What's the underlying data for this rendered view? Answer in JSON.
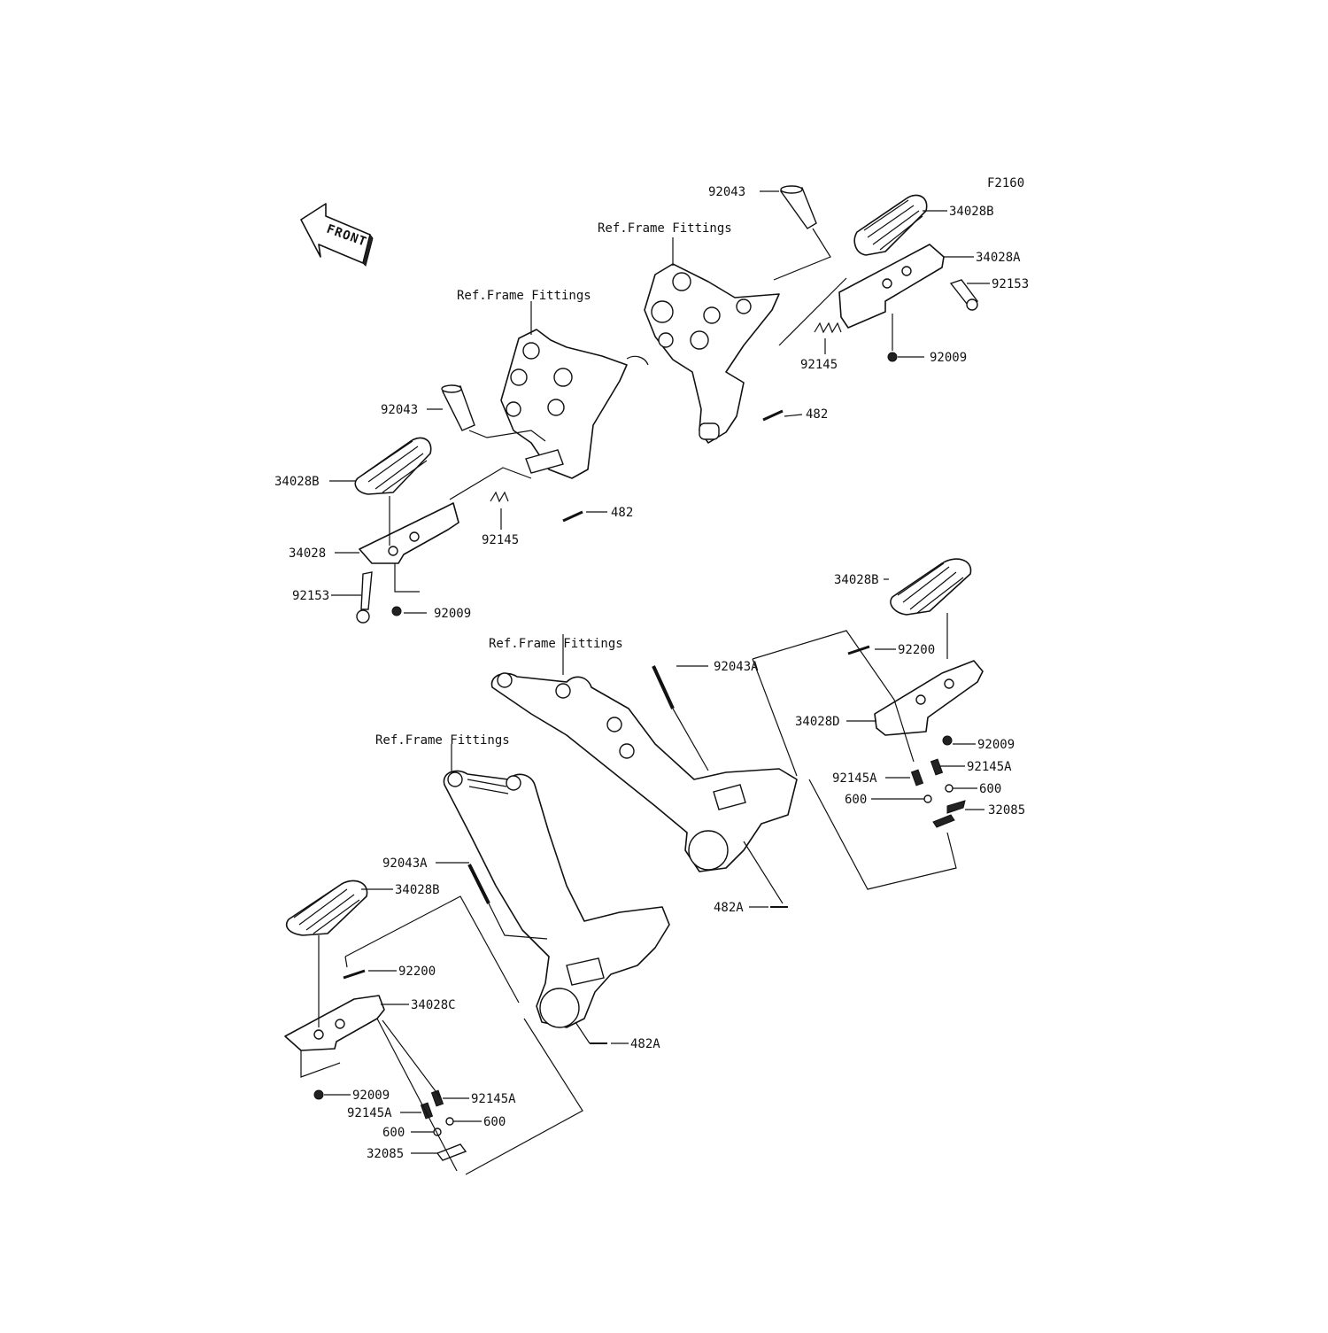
{
  "figure_code": "F2160",
  "front_label": "FRONT",
  "ref_labels": [
    "Ref.Frame Fittings",
    "Ref.Frame Fittings",
    "Ref.Frame Fittings",
    "Ref.Frame Fittings"
  ],
  "labels": [
    "92043",
    "34028B",
    "34028A",
    "92153",
    "92145",
    "92009",
    "482",
    "92043",
    "34028B",
    "34028",
    "92145",
    "92153",
    "92009",
    "482",
    "34028B",
    "92043A",
    "92200",
    "34028D",
    "92009",
    "92145A",
    "92145A",
    "600",
    "600",
    "32085",
    "482A",
    "92043A",
    "34028B",
    "92200",
    "34028C",
    "482A",
    "92009",
    "92145A",
    "92145A",
    "600",
    "600",
    "32085"
  ]
}
